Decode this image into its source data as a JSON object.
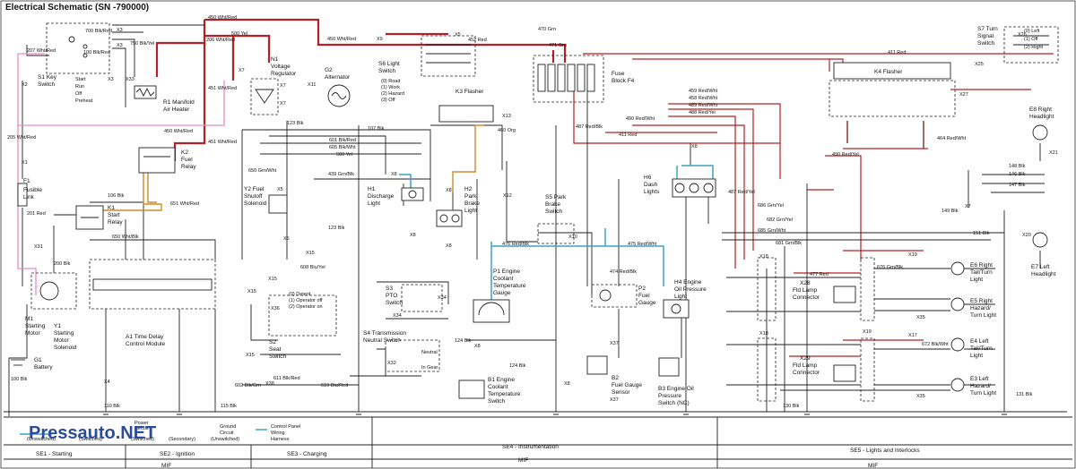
{
  "title": "Electrical Schematic (SN -790000)",
  "watermark": "Pressauto.NET",
  "legend": {
    "ground": "Ground",
    "ground_2": "Circuit",
    "ground_3": "(Unswitched)",
    "power": "Power",
    "power_2": "Circuit",
    "power_3": "(Secondary)",
    "switched": "(Switched)",
    "control_panel": "Control Panel",
    "control_panel_2": "Wiring",
    "control_panel_3": "Harness"
  },
  "sections": {
    "se1": "SE1 - Starting",
    "se2": "SE2 - Ignition",
    "se3": "SE3 - Charging",
    "se4": "SE4 - Instrumentation",
    "se5": "SE5 - Lights and Interlocks",
    "mif1": "MIF",
    "mif2": "MIF",
    "mif3": "MIF"
  },
  "components": {
    "s1": "S1 Key",
    "s1b": "Switch",
    "s1_pos1": "Start",
    "s1_pos2": "Run",
    "s1_pos3": "Off",
    "s1_pos4": "Preheat",
    "r1": "R1 Manifold",
    "r1b": "Air Heater",
    "n1": "N1",
    "n1b": "Voltage",
    "n1c": "Regulator",
    "g2": "G2",
    "g2b": "Alternator",
    "s6": "S6 Light",
    "s6b": "Switch",
    "s6_pos1": "(0) Road",
    "s6_pos2": "(1) Work",
    "s6_pos3": "(2) Hazard",
    "s6_pos4": "(3) Off",
    "k3": "K3 Flasher",
    "f4": "Fuse",
    "f4b": "Block F4",
    "k4": "K4 Flasher",
    "s7": "S7 Turn",
    "s7b": "Signal",
    "s7c": "Switch",
    "s7_pos1": "(0) Left",
    "s7_pos2": "(1) Off",
    "s7_pos3": "(2) Right",
    "k2": "K2",
    "k2b": "Fuel",
    "k2c": "Relay",
    "f1": "F1",
    "f1b": "Fusible",
    "f1c": "Link",
    "k1": "K1",
    "k1b": "Start",
    "k1c": "Relay",
    "y2": "Y2 Fuel",
    "y2b": "Shutoff",
    "y2c": "Solenoid",
    "h1": "H1",
    "h1b": "Discharge",
    "h1c": "Light",
    "h2": "H2",
    "h2b": "Park",
    "h2c": "Brake",
    "h2d": "Light",
    "s5": "S5 Park",
    "s5b": "Brake",
    "s5c": "Switch",
    "h6": "H6",
    "h6b": "Dash",
    "h6c": "Lights",
    "e8": "E8 Right",
    "e8b": "Headlight",
    "e7": "E7 Left",
    "e7b": "Headlight",
    "m1": "M1",
    "m1b": "Starting",
    "m1c": "Motor",
    "y1": "Y1",
    "y1b": "Starting",
    "y1c": "Motor",
    "y1d": "Solenoid",
    "a1": "A1 Time Delay",
    "a1b": "Control Module",
    "s3": "S3",
    "s3b": "PTO",
    "s3c": "Switch",
    "s4": "S4 Transmission",
    "s4b": "Neutral Switch",
    "s2": "S2",
    "s2b": "Seat",
    "s2c": "Switch",
    "s2_pos1": "(0) Detent",
    "s2_pos2": "(1) Operator off",
    "s2_pos3": "(2) Operator on",
    "s4_pos1": "Neutral",
    "s4_pos2": "In Gear",
    "p1": "P1 Engine",
    "p1b": "Coolant",
    "p1c": "Temperature",
    "p1d": "Gauge",
    "p2": "P2",
    "p2b": "Fuel",
    "p2c": "Gauge",
    "h4": "H4 Engine",
    "h4b": "Oil Pressure",
    "h4c": "Light",
    "b1": "B1 Engine",
    "b1b": "Coolant",
    "b1c": "Temperature",
    "b1d": "Switch",
    "b2": "B2",
    "b2b": "Fuel Gauge",
    "b2c": "Sensor",
    "b3": "B3 Engine Oil",
    "b3b": "Pressure",
    "b3c": "Switch (NC)",
    "g1": "G1",
    "g1b": "Battery",
    "x28": "X28",
    "x28b": "Fld Lamp",
    "x28c": "Connector",
    "x29": "X29",
    "x29b": "Fld Lamp",
    "x29c": "Connector",
    "e6": "E6 Right",
    "e6b": "Tail/Turn",
    "e6c": "Light",
    "e5": "E5 Right",
    "e5b": "Hazard/",
    "e5c": "Turn Light",
    "e4": "E4 Left",
    "e4b": "Tail/Turn",
    "e4c": "Light",
    "e3": "E3 Left",
    "e3b": "Hazard/",
    "e3c": "Turn Light"
  },
  "connectors": {
    "x1": "X1",
    "x2": "X2",
    "x3a": "X3",
    "x3b": "X3",
    "x3c": "X3",
    "x4": "X4",
    "x5a": "X5",
    "x5b": "X5",
    "x5c": "X5",
    "x7a": "X7",
    "x7b": "X7",
    "x7c": "X7",
    "x7d": "X7",
    "x8a": "X8",
    "x8b": "X8",
    "x8c": "X8",
    "x8d": "X8",
    "x8e": "X8",
    "x8f": "X8",
    "x8g": "X8",
    "x9": "X9",
    "x10": "X10",
    "x11": "X11",
    "x12": "X12",
    "x13": "X13",
    "x15a": "X15",
    "x15b": "X15",
    "x15c": "X15",
    "x15d": "X15",
    "x17": "X17",
    "x18a": "X18",
    "x18b": "X18",
    "x19a": "X19",
    "x19b": "X19",
    "x20": "X20",
    "x21": "X21",
    "x25": "X25",
    "x26": "X26",
    "x27": "X27",
    "x31": "X31",
    "x32": "X32",
    "x33": "X33",
    "x34a": "X34",
    "x34b": "X34",
    "x35a": "X35",
    "x35b": "X35",
    "x36": "X36",
    "x37a": "X37",
    "x37b": "X37",
    "x38": "X38"
  },
  "wires": {
    "w1": "450 Wht/Red",
    "w2": "500 Yel",
    "w3": "450 Wht/Red",
    "w4": "470 Grn",
    "w5": "207 Wht/Red",
    "w6": "700 Blk/Red",
    "w7": "750 Blk/Yel",
    "w8": "100 Blk/Red",
    "w9": "206 Wht/Red",
    "w10": "451 Wht/Red",
    "w11": "450 Wht/Red",
    "w12": "451 Wht/Red",
    "w13": "452 Red",
    "w14": "471 Grn",
    "w15": "411 Red",
    "w16": "460 Org",
    "w17": "107 Blk",
    "w18": "123 Blk",
    "w19": "601 Blk/Red",
    "w20": "605 Blk/Wht",
    "w21": "500 Yel",
    "w22": "650 Grn/Wht",
    "w23": "439 Grn/Blk",
    "w24": "651 Wht/Red",
    "w25": "106 Blk",
    "w26": "650 Wht/Blk",
    "w27": "201 Red",
    "w28": "205 Wht/Red",
    "w29": "200 Blk",
    "w30": "608 Blu/Yel",
    "w31": "123 Blk",
    "w32": "476 Red/Blk",
    "w33": "475 Red/Wht",
    "w34": "474 Red/Blk",
    "w35": "459 Red/Wht",
    "w36": "458 Red/Wht",
    "w37": "490 Red/Wht",
    "w38": "487 Red/Blk",
    "w39": "411 Red",
    "w40": "464 Red/Wht",
    "w41": "490 Red/Yel",
    "w42": "489 Red/Wht",
    "w43": "488 Red/Yel",
    "w44": "487 Red/Yel",
    "w45": "686 Grn/Yel",
    "w46": "685 Grn/Wht",
    "w47": "682 Grn/Yel",
    "w48": "681 Grn/Blk",
    "w49": "149 Blk",
    "w50": "148 Blk",
    "w51": "146 Blk",
    "w52": "147 Blk",
    "w53": "151 Blk",
    "w54": "676 Grn/Blk",
    "w55": "477 Red",
    "w56": "672 Blk/Wht",
    "w57": "131 Blk",
    "w58": "611 Blk/Red",
    "w59": "610 Blu/Red",
    "w60": "602 Blk/Grn",
    "w61": "110 Blk",
    "w62": "115 Blk",
    "w63": "130 Blk",
    "w64": "100 Blk",
    "w65": "124 Blk",
    "w66": "124 Blk"
  }
}
